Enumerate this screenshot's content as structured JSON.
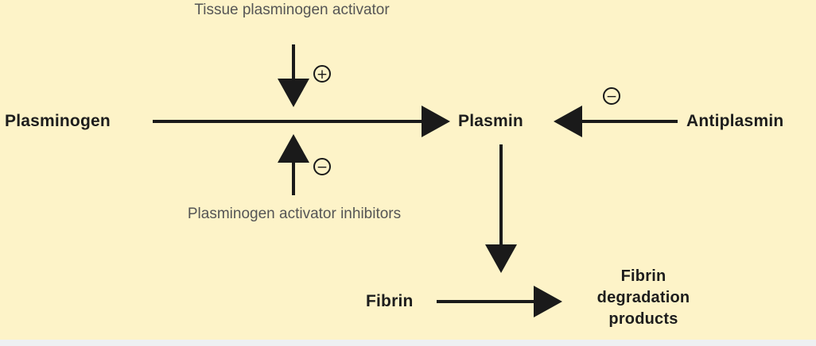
{
  "labels": {
    "tpa": "Tissue plasminogen activator",
    "plasminogen": "Plasminogen",
    "plasmin": "Plasmin",
    "antiplasmin": "Antiplasmin",
    "pai": "Plasminogen activator inhibitors",
    "fibrin": "Fibrin",
    "fdp": [
      "Fibrin",
      "degradation",
      "products"
    ]
  },
  "signs": {
    "tpa": "+",
    "pai": "−",
    "antiplasmin": "−"
  },
  "colors": {
    "background": "#fdf3c8",
    "arrow": "#1a1a1a",
    "text": "#1d1d1d",
    "muted_text": "#555555"
  }
}
